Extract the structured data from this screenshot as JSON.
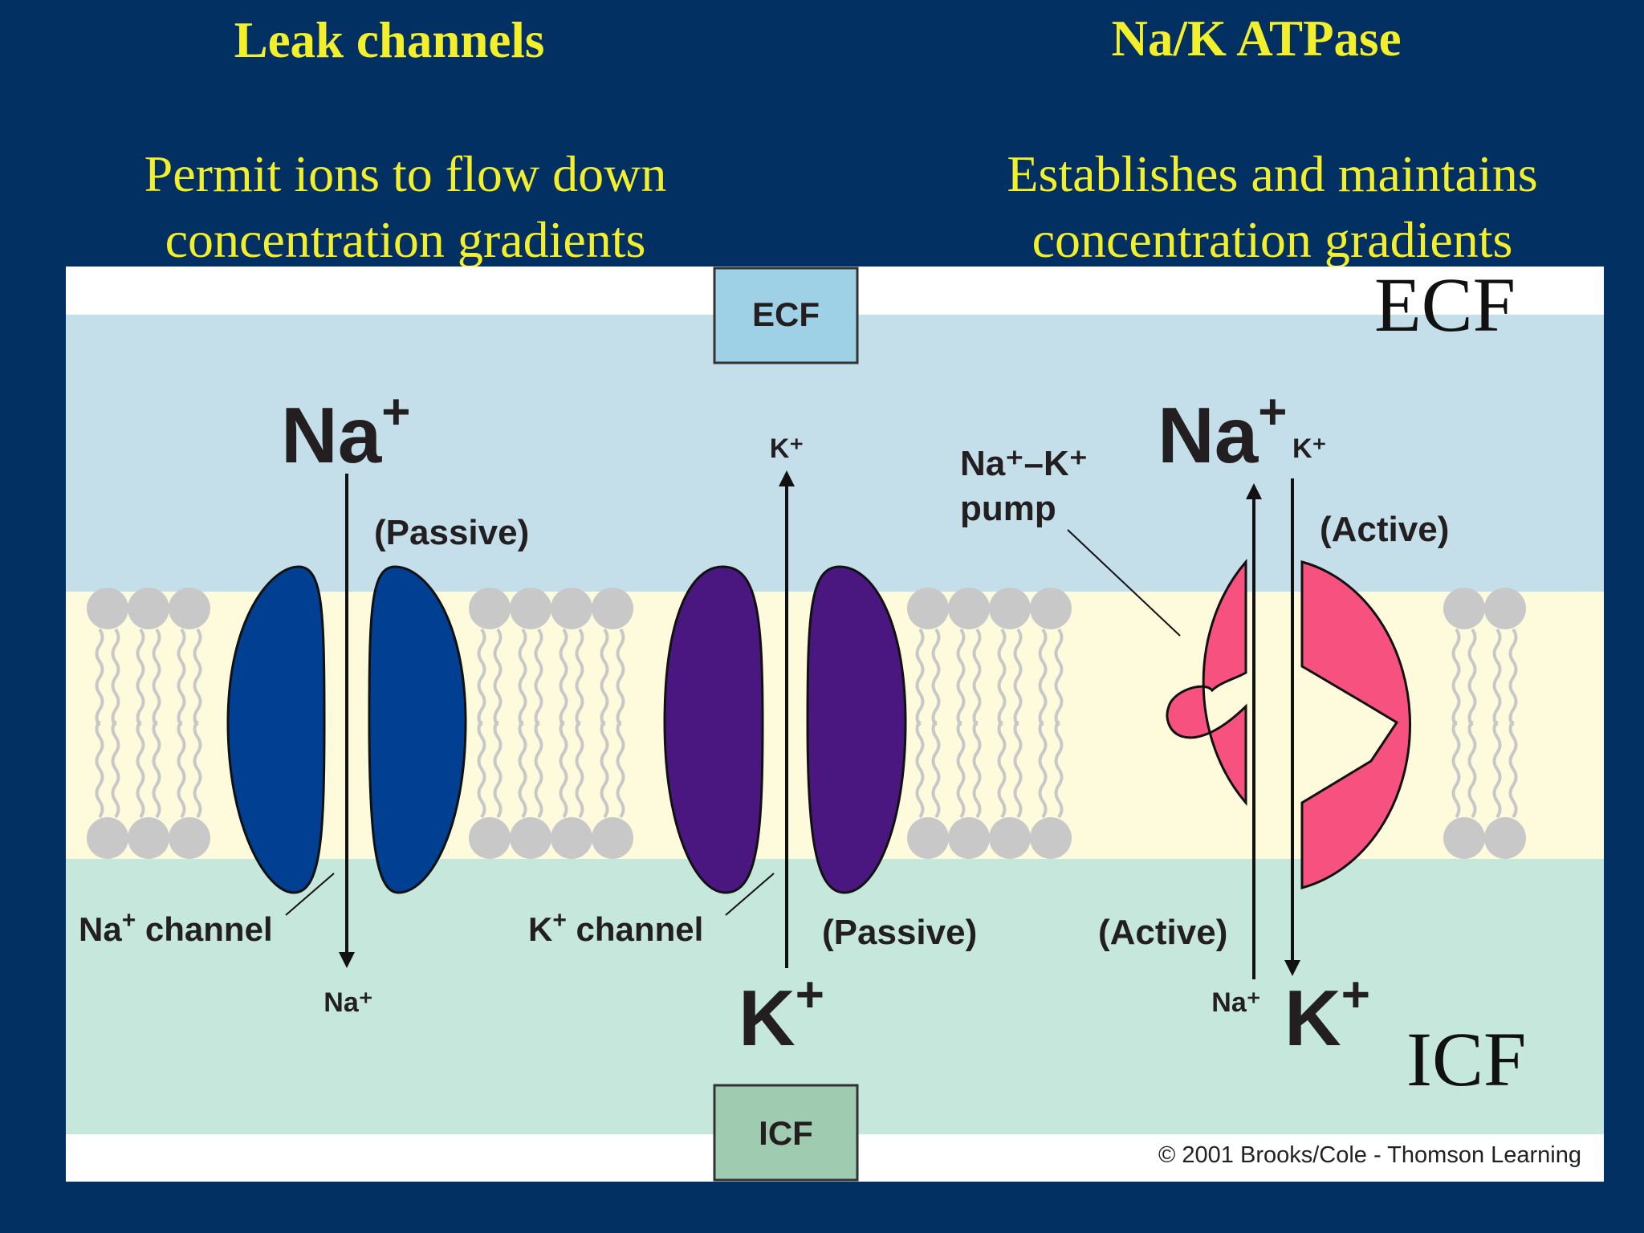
{
  "left_column": {
    "title": "Leak channels",
    "subtitle_line1": "Permit ions to flow down",
    "subtitle_line2": "concentration gradients"
  },
  "right_column": {
    "title": "Na/K ATPase",
    "subtitle_line1": "Establishes and maintains",
    "subtitle_line2": "concentration gradients"
  },
  "diagram": {
    "ecf_box": "ECF",
    "icf_box": "ICF",
    "ecf_overlay": "ECF",
    "icf_overlay": "ICF",
    "na_channel": {
      "top_ion": "Na",
      "top_charge": "+",
      "bottom_ion": "Na⁺",
      "mode": "(Passive)",
      "label_pre": "Na",
      "label_sup": "+",
      "label_post": " channel"
    },
    "k_channel": {
      "top_ion": "K⁺",
      "bottom_ion": "K",
      "bottom_charge": "+",
      "mode": "(Passive)",
      "label_pre": "K",
      "label_sup": "+",
      "label_post": " channel"
    },
    "pump": {
      "label_line1": "Na⁺–K⁺",
      "label_line2": "pump",
      "top_na": "Na",
      "top_na_charge": "+",
      "top_k": "K⁺",
      "bottom_na": "Na⁺",
      "bottom_k": "K",
      "bottom_k_charge": "+",
      "mode_top": "(Active)",
      "mode_bottom": "(Active)"
    },
    "copyright": "© 2001 Brooks/Cole - Thomson Learning"
  },
  "colors": {
    "background": "#023063",
    "heading_text": "#f4ef2b",
    "ecf_band": "#c4dfe9",
    "membrane_band": "#fdfbdc",
    "icf_band": "#c5e7dc",
    "na_channel": "#003f91",
    "k_channel": "#4a1680",
    "pump": "#f7527f",
    "lipid": "#c8c8c8",
    "ecf_box": "#9ed1e6",
    "icf_box": "#9fcbb0"
  }
}
